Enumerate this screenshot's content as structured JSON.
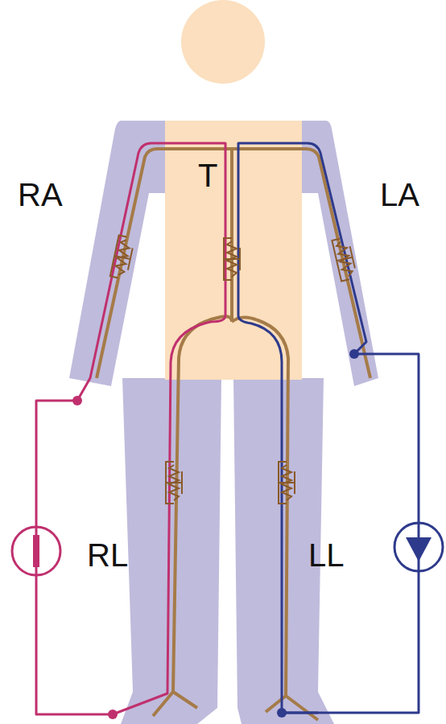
{
  "diagram": {
    "labels": [
      "RA",
      "T",
      "LA",
      "RL",
      "LL"
    ]
  }
}
